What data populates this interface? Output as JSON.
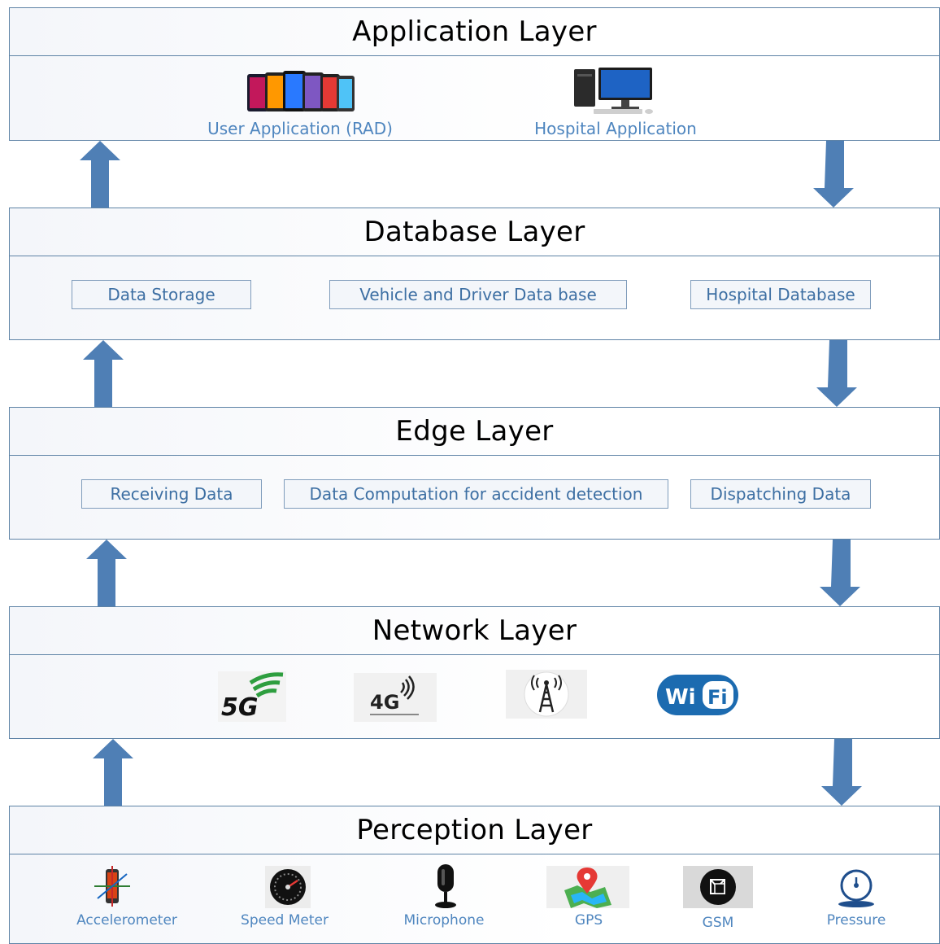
{
  "layers": {
    "application": {
      "title": "Application Layer",
      "items": [
        "User Application (RAD)",
        "Hospital Application"
      ]
    },
    "database": {
      "title": "Database Layer",
      "items": [
        "Data Storage",
        "Vehicle and Driver Data base",
        "Hospital Database"
      ]
    },
    "edge": {
      "title": "Edge Layer",
      "items": [
        "Receiving Data",
        "Data Computation for accident detection",
        "Dispatching Data"
      ]
    },
    "network": {
      "title": "Network Layer",
      "icons": [
        "5g-icon",
        "4g-icon",
        "cell-tower-icon",
        "wifi-icon"
      ]
    },
    "perception": {
      "title": "Perception Layer",
      "items": [
        "Accelerometer",
        "Speed Meter",
        "Microphone",
        "GPS",
        "GSM",
        "Pressure"
      ]
    }
  },
  "colors": {
    "arrow": "#4f7fb5",
    "border": "#5e83a6",
    "label": "#4f86bf"
  }
}
